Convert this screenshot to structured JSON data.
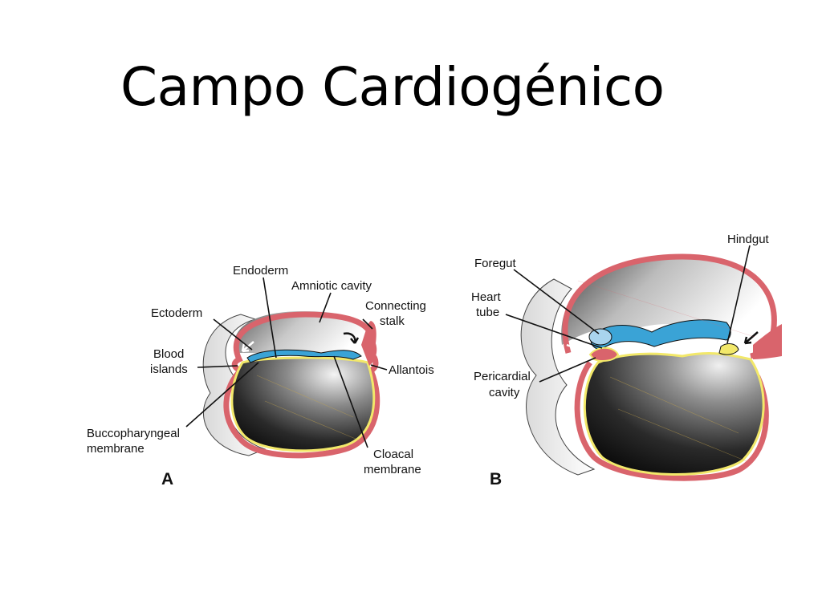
{
  "slide": {
    "title": "Campo Cardiogénico"
  },
  "figure": {
    "panel_a": {
      "letter": "A",
      "labels": {
        "endoderm": "Endoderm",
        "amniotic_cavity": "Amniotic cavity",
        "ectoderm": "Ectoderm",
        "connecting_stalk_1": "Connecting",
        "connecting_stalk_2": "stalk",
        "blood_islands_1": "Blood",
        "blood_islands_2": "islands",
        "allantois": "Allantois",
        "buccopharyngeal_1": "Buccopharyngeal",
        "buccopharyngeal_2": "membrane",
        "cloacal_1": "Cloacal",
        "cloacal_2": "membrane"
      }
    },
    "panel_b": {
      "letter": "B",
      "labels": {
        "hindgut": "Hindgut",
        "foregut": "Foregut",
        "heart_tube_1": "Heart",
        "heart_tube_2": "tube",
        "pericardial_1": "Pericardial",
        "pericardial_2": "cavity"
      }
    },
    "colors": {
      "ectoderm_red": "#d9646c",
      "endoderm_yellow": "#f2e86a",
      "mesoderm_blue": "#3aa3d6",
      "yolk_dark": "#1c1c1c",
      "amnion_grey": "#9a9a9a"
    }
  }
}
